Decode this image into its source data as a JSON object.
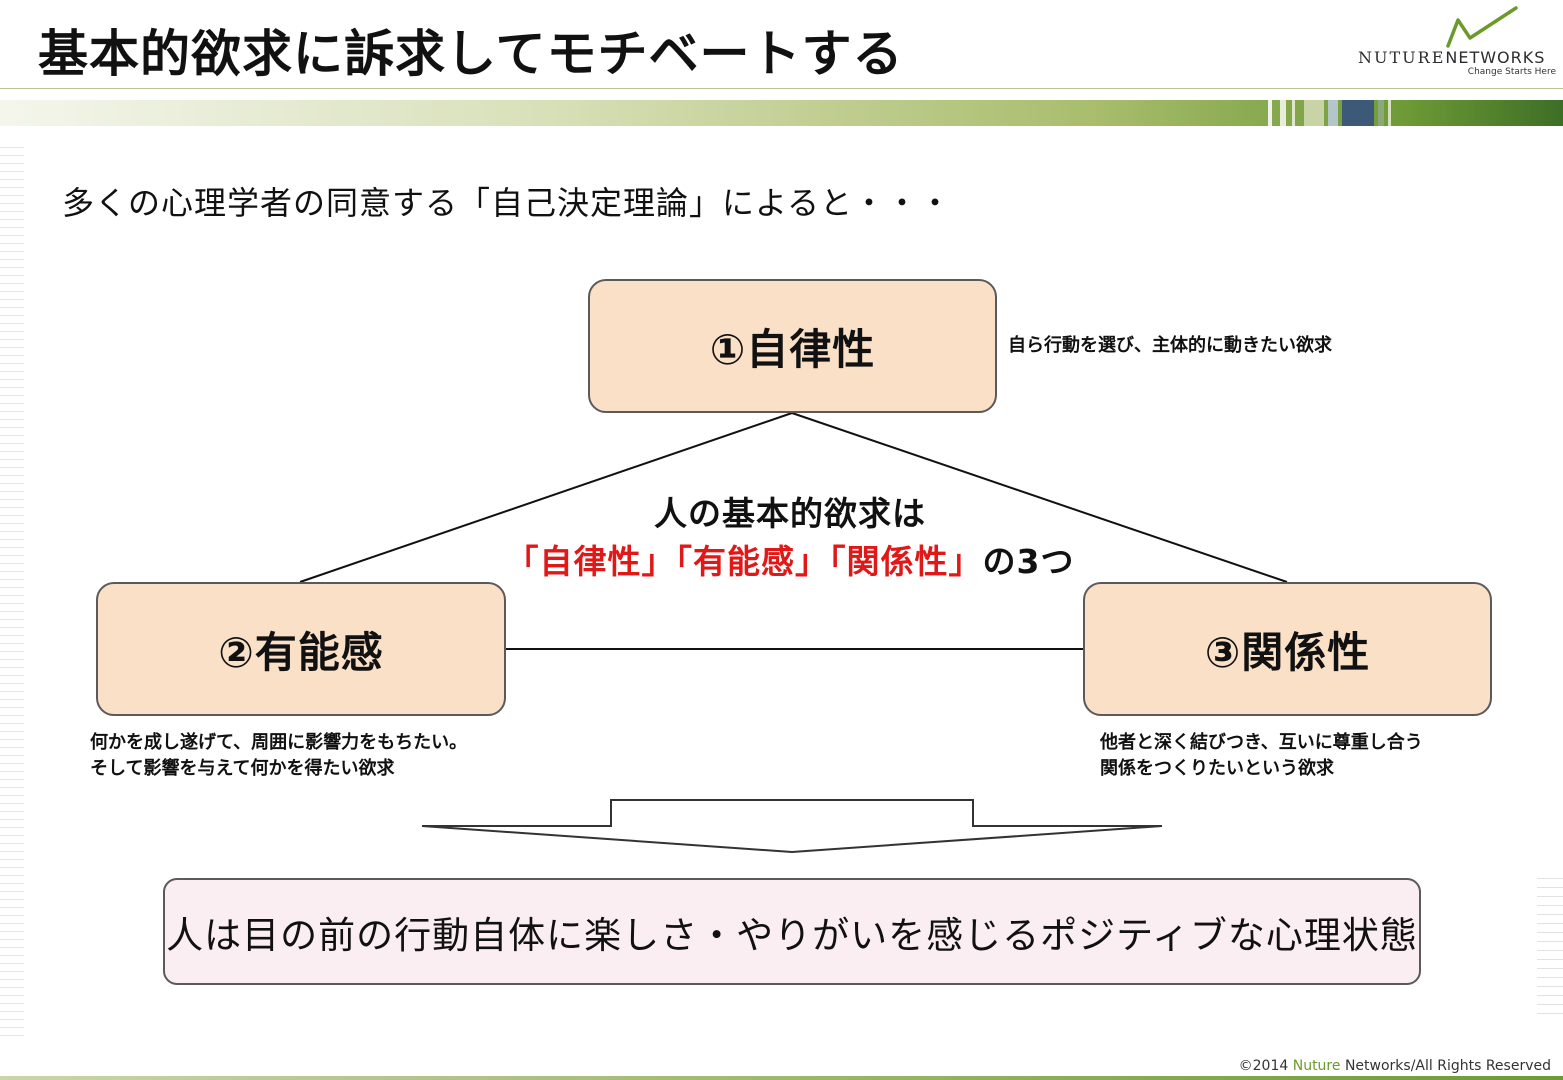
{
  "header": {
    "title": "基本的欲求に訴求してモチベートする",
    "logo": {
      "name_main": "NUTURE",
      "name_sub": "NETWORKS",
      "tagline": "Change Starts Here"
    }
  },
  "intro": "多くの心理学者の同意する「自己決定理論」によると・・・",
  "needs": {
    "autonomy": {
      "label": "①自律性",
      "description": "自ら行動を選び、主体的に動きたい欲求"
    },
    "competence": {
      "label": "②有能感",
      "description_lines": [
        "何かを成し遂げて、周囲に影響力をもちたい。",
        "そして影響を与えて何かを得たい欲求"
      ]
    },
    "relatedness": {
      "label": "③関係性",
      "description_lines": [
        "他者と深く結びつき、互いに尊重し合う",
        "関係をつくりたいという欲求"
      ]
    }
  },
  "center": {
    "line1": "人の基本的欲求は",
    "line2_red": "「自律性」「有能感」「関係性」",
    "line2_tail": "の3つ"
  },
  "conclusion": "人は目の前の行動自体に楽しさ・やりがいを感じるポジティブな心理状態",
  "footer": {
    "copyright_prefix": "©2014 ",
    "brand": "Nuture",
    "copyright_suffix": " Networks/All Rights Reserved"
  },
  "colors": {
    "box_fill": "#fbe0c8",
    "conclusion_fill": "#fbeef2",
    "accent_red": "#e01818",
    "brand_green": "#6a9a2a"
  }
}
